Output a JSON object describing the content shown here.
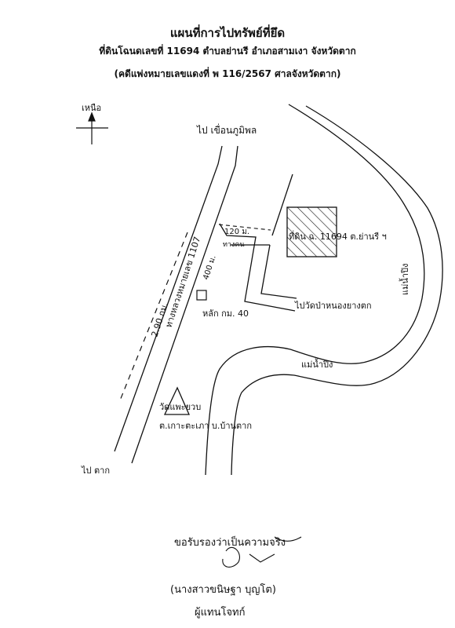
{
  "header": {
    "title": "แผนที่การไปทรัพย์ที่ยึด",
    "subtitle_1": "ที่ดินโฉนดเลขที่ 11694 ตำบลย่านรี อำเภอสามเงา จังหวัดตาก",
    "subtitle_2": "(คดีแพ่งหมายเลขแดงที่ พ 116/2567 ศาลจังหวัดตาก)"
  },
  "map": {
    "north_label": "เหนือ",
    "to_dam": "ไป เขื่อนภูมิพล",
    "to_tak": "ไป ตาก",
    "highway": "ทางหลวงหมายเลข 1107",
    "dist_290": "2.90 กม.",
    "dist_120": "120 ม.",
    "dist_400": "400 ม.",
    "junction": "ทางคน",
    "km_post": "หลัก กม. 40",
    "plot_label": "ที่ดิน ฉ. 11694 ต.ย่านรี ฯ",
    "to_temple": "ไปวัดป่าหนองยางตก",
    "river_upper": "แม่น้ำปิง",
    "river_lower": "แม่น้ำปิง",
    "temple": "วัดแพะยวบ",
    "village": "ต.เกาะตะเภา บ.บ้านตาก"
  },
  "footer": {
    "certify": "ขอรับรองว่าเป็นความจริง",
    "signer": "(นางสาวขนิษฐา บุญโต)",
    "role": "ผู้แทนโจทก์"
  }
}
